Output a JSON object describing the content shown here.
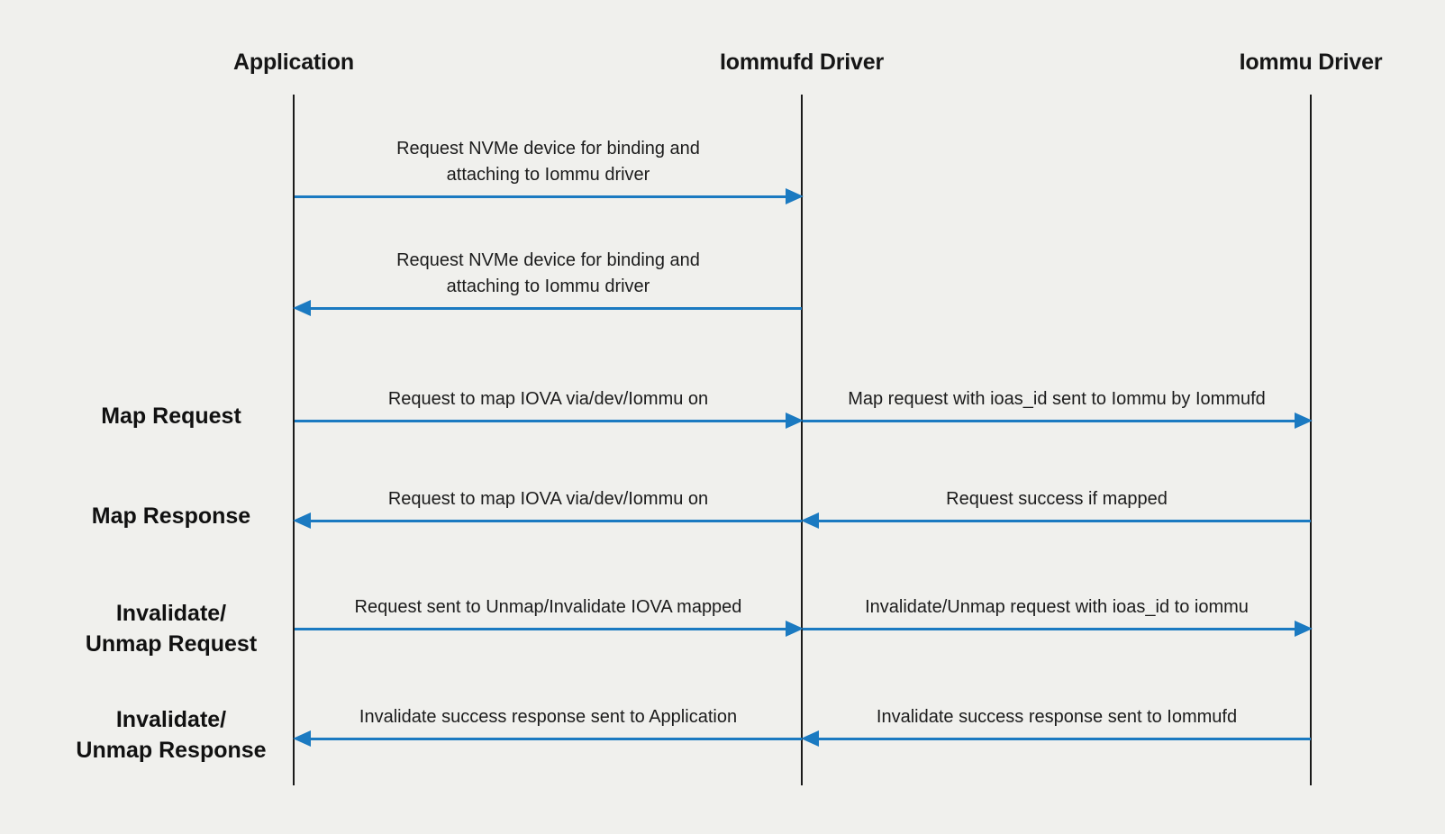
{
  "diagram_type": "sequence",
  "colors": {
    "background": "#f0f0ed",
    "arrow": "#1b7ac1",
    "lifeline": "#1a1a1a"
  },
  "participants": [
    {
      "name": "Application"
    },
    {
      "name": "Iommufd Driver"
    },
    {
      "name": "Iommu Driver"
    }
  ],
  "row_labels": [
    {
      "label": "Map Request"
    },
    {
      "label": "Map Response"
    },
    {
      "label": "Invalidate/\nUnmap Request"
    },
    {
      "label": "Invalidate/\nUnmap Response"
    }
  ],
  "messages": [
    {
      "from": "Application",
      "to": "Iommufd Driver",
      "direction": "right",
      "text": "Request NVMe device for binding and\nattaching to Iommu driver"
    },
    {
      "from": "Iommufd Driver",
      "to": "Application",
      "direction": "left",
      "text": "Request NVMe device for binding and\nattaching to Iommu driver"
    },
    {
      "from": "Application",
      "to": "Iommufd Driver",
      "direction": "right",
      "text": "Request to map IOVA via/dev/Iommu on"
    },
    {
      "from": "Iommufd Driver",
      "to": "Iommu Driver",
      "direction": "right",
      "text": "Map request with ioas_id sent to Iommu by Iommufd"
    },
    {
      "from": "Iommufd Driver",
      "to": "Application",
      "direction": "left",
      "text": "Request to map IOVA via/dev/Iommu on"
    },
    {
      "from": "Iommu Driver",
      "to": "Iommufd Driver",
      "direction": "left",
      "text": "Request success if mapped"
    },
    {
      "from": "Application",
      "to": "Iommufd Driver",
      "direction": "right",
      "text": "Request sent to Unmap/Invalidate IOVA mapped"
    },
    {
      "from": "Iommufd Driver",
      "to": "Iommu Driver",
      "direction": "right",
      "text": "Invalidate/Unmap request with ioas_id to iommu"
    },
    {
      "from": "Iommufd Driver",
      "to": "Application",
      "direction": "left",
      "text": "Invalidate success response sent to Application"
    },
    {
      "from": "Iommu Driver",
      "to": "Iommufd Driver",
      "direction": "left",
      "text": "Invalidate success response sent to Iommufd"
    }
  ]
}
